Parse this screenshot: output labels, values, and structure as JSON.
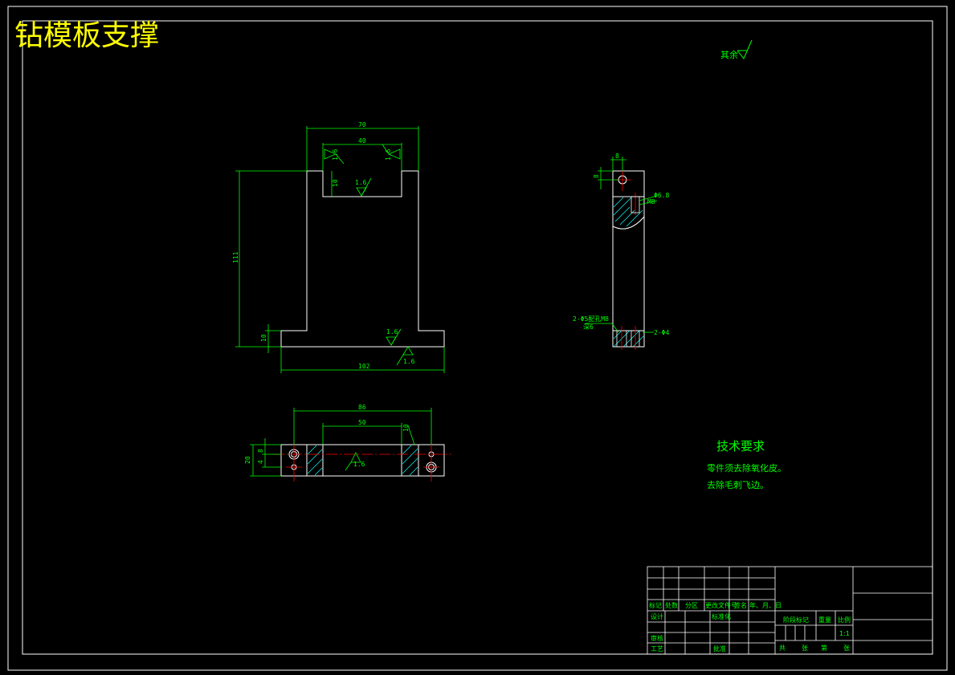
{
  "title": "钻模板支撑",
  "roughness_note": "其余",
  "technical_requirements": {
    "heading": "技术要求",
    "items": [
      "零件须去除氧化皮。",
      "去除毛刺飞边。"
    ]
  },
  "dimensions": {
    "front_top_width": "70",
    "front_inner_width": "40",
    "front_slot_depth": "10",
    "front_height": "111",
    "front_base_thickness": "10",
    "front_base_width": "102",
    "top_hole_spacing": "86",
    "top_inner": "50",
    "top_pocket": "10",
    "top_depth": "20",
    "top_small_a": "8",
    "top_small_b": "4",
    "side_top_offset": "8",
    "side_hole_from_top": "8",
    "side_hole_note": "Φ6.8",
    "side_thread_note": "M8",
    "side_bottom_hole_note": "2-Φ5配孔M8",
    "side_bottom_depth_note": "深6",
    "side_bottom_right_note": "2-Φ4"
  },
  "roughness_values": {
    "front_left": "1.6",
    "front_right": "1.6",
    "front_center": "1.6",
    "front_base": "1.6",
    "front_bottom": "1.6",
    "top_view": "1.6"
  },
  "title_block": {
    "row_headers": [
      "标记",
      "处数",
      "分区",
      "更改文件号",
      "签名",
      "年、月、日"
    ],
    "design": "设计",
    "standardize": "标准化",
    "stage_mark": "阶段标记",
    "weight": "重量",
    "scale": "比例",
    "scale_value": "1:1",
    "review": "审核",
    "process": "工艺",
    "approve": "批准",
    "total": "共",
    "sheet": "张",
    "number": "第",
    "sheet2": "张"
  },
  "colors": {
    "background": "#000000",
    "outline": "#ffffff",
    "dimension": "#00ff00",
    "centerline": "#ff0000",
    "hatch": "#00ffff",
    "title": "#ffff00"
  }
}
